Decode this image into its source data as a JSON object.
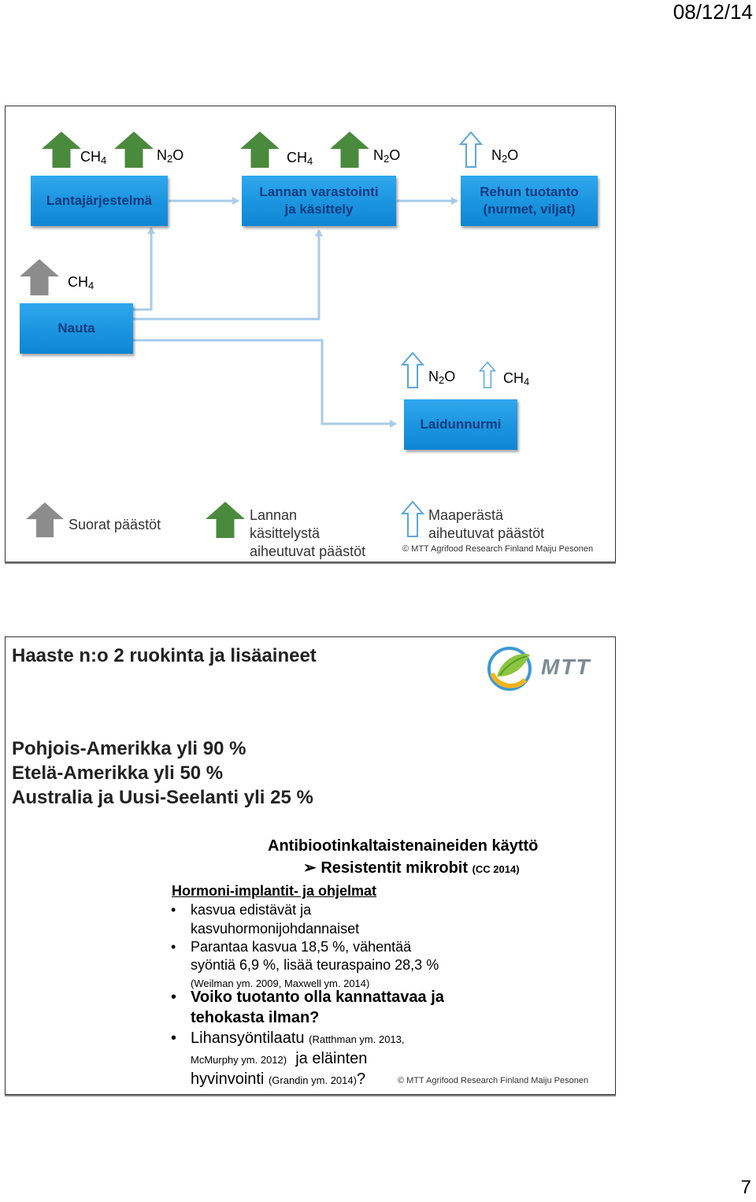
{
  "header": {
    "date": "08/12/14",
    "page_number": "7"
  },
  "slide1": {
    "boxes": {
      "lantajarjestelma": "Lantajärjestelmä",
      "varastointi_1": "Lannan varastointi",
      "varastointi_2": "ja käsittely",
      "rehun_1": "Rehun tuotanto",
      "rehun_2": "(nurmet, viljat)",
      "nauta": "Nauta",
      "laidunnurmi": "Laidunnurmi"
    },
    "gases": {
      "ch4_main": "CH",
      "ch4_sub": "4",
      "n2o_n": "N",
      "n2o_sub": "2",
      "n2o_o": "O"
    },
    "legend": {
      "direct": "Suorat päästöt",
      "manure_1": "Lannan",
      "manure_2": "käsittelystä",
      "manure_3": "aiheutuvat päästöt",
      "soil_1": "Maaperästä",
      "soil_2": "aiheutuvat päästöt"
    },
    "copyright": "© MTT Agrifood Research Finland Maiju Pesonen",
    "colors": {
      "manure_arrow": "#4a8a3c",
      "direct_arrow": "#8c8c8c",
      "box": "#1b94df",
      "connector": "#a9cbe8"
    }
  },
  "slide2": {
    "title": "Haaste n:o 2 ruokinta ja lisäaineet",
    "logo_text": "MTT",
    "stats": [
      "Pohjois-Amerikka yli 90 %",
      "Etelä-Amerikka yli 50 %",
      "Australia ja Uusi-Seelanti yli 25 %"
    ],
    "antibiotics": "Antibiootinkaltaistenaineiden käyttö",
    "resistant": "Resistentit mikrobit",
    "resistant_ref": "(CC 2014)",
    "hormone_heading": "Hormoni-implantit- ja ohjelmat",
    "bullet1_line1": "kasvua edistävät ja",
    "bullet1_line2": "kasvuhormonijohdannaiset",
    "bullet2_line1": "Parantaa kasvua 18,5 %, vähentää",
    "bullet2_line2": "syöntiä 6,9 %, lisää teuraspaino 28,3 %",
    "bullet2_ref": "(Weilman ym. 2009, Maxwell ym. 2014)",
    "bullet3_line1": "Voiko tuotanto olla kannattavaa ja",
    "bullet3_line2": "tehokasta ilman?",
    "bullet4_line1": "Lihansyöntilaatu",
    "bullet4_ref1": "(Ratthman ym. 2013,",
    "bullet4_ref2": "McMurphy ym. 2012)",
    "bullet4_line2": "ja eläinten",
    "bullet4_line3": "hyvinvointi",
    "bullet4_ref3": "(Grandin ym. 2014)",
    "bullet4_end": "?",
    "bullet_glyph": "•",
    "arrow_glyph": "➢",
    "copyright": "© MTT Agrifood Research Finland Maiju Pesonen"
  }
}
